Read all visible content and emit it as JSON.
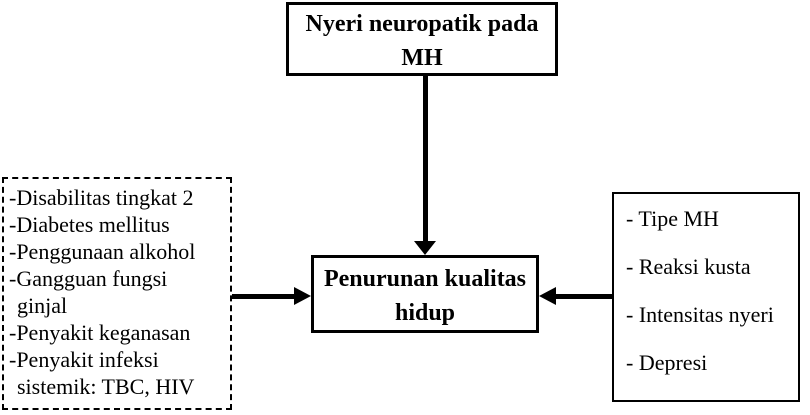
{
  "diagram": {
    "top_box": {
      "lines": [
        "Nyeri neuropatik pada",
        "MH"
      ]
    },
    "center_box": {
      "lines": [
        "Penurunan kualitas",
        "hidup"
      ]
    },
    "left_box": {
      "lines": [
        "-Disabilitas tingkat 2",
        "-Diabetes mellitus",
        "-Penggunaan alkohol",
        "-Gangguan fungsi",
        "ginjal",
        "-Penyakit keganasan",
        "-Penyakit infeksi",
        "sistemik: TBC, HIV"
      ]
    },
    "right_box": {
      "items": [
        "- Tipe MH",
        "- Reaksi kusta",
        "- Intensitas nyeri",
        "- Depresi"
      ]
    },
    "colors": {
      "text": "#000000",
      "border": "#000000",
      "background": "#ffffff"
    }
  }
}
